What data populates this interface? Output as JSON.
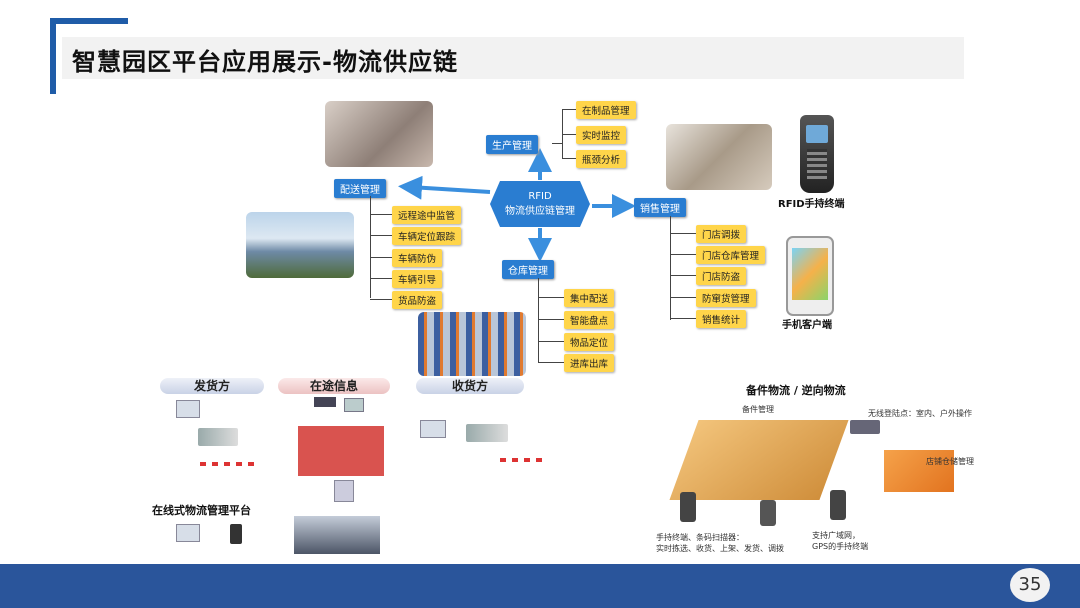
{
  "title": "智慧园区平台应用展示-物流供应链",
  "page_number": "35",
  "hub": {
    "line1": "RFID",
    "line2": "物流供应链管理"
  },
  "production": {
    "label": "生产管理",
    "items": [
      "在制品管理",
      "实时监控",
      "瓶颈分析"
    ]
  },
  "distribution": {
    "label": "配送管理",
    "items": [
      "远程途中监管",
      "车辆定位跟踪",
      "车辆防伪",
      "车辆引导",
      "货品防盗"
    ]
  },
  "sales": {
    "label": "销售管理",
    "items": [
      "门店调拨",
      "门店仓库管理",
      "门店防盗",
      "防窜货管理",
      "销售统计"
    ]
  },
  "warehouse": {
    "label": "仓库管理",
    "items": [
      "集中配送",
      "智能盘点",
      "物品定位",
      "进库出库"
    ]
  },
  "captions": {
    "rfid_terminal": "RFID手持终端",
    "mobile_client": "手机客户端"
  },
  "left_tabs": [
    "发货方",
    "在途信息",
    "收货方"
  ],
  "left_platform": "在线式物流管理平台",
  "right_title": "备件物流 / 逆向物流",
  "right_labels": {
    "parts": "备件管理",
    "wireless": "无线登陆点：室内、户外操作",
    "warehouse_mgmt": "店铺仓储管理",
    "handheld": "手持终端、条码扫描器：\n实时拣选、收货、上架、发货、调拨",
    "wan": "支持广域网，\nGPS的手持终端"
  },
  "colors": {
    "blue": "#2a7dd1",
    "yellow": "#ffd54a",
    "footer": "#2a559b",
    "frame": "#1f5ca8"
  }
}
